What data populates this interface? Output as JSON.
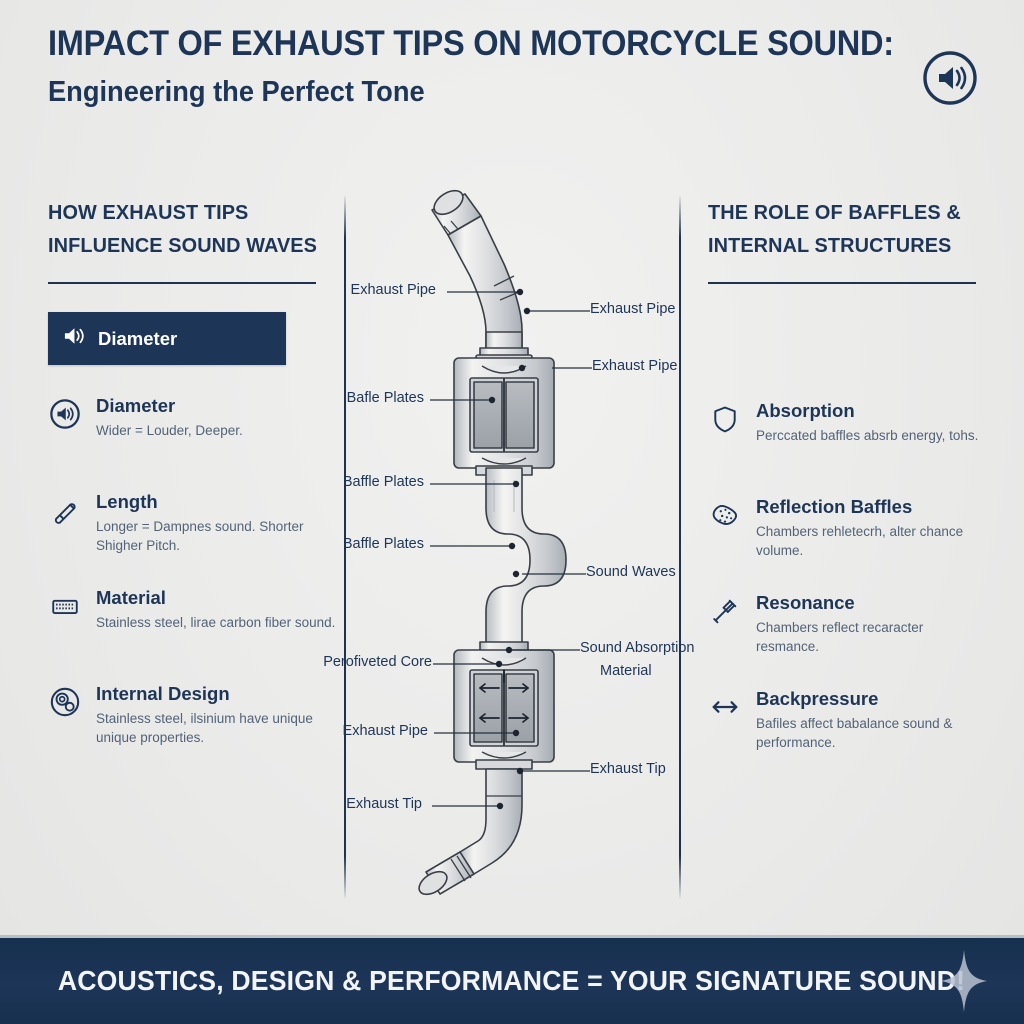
{
  "header": {
    "title": "IMPACT OF EXHAUST TIPS ON MOTORCYCLE SOUND:",
    "subtitle": "Engineering the Perfect Tone",
    "badge_icon": "speaker-volume-icon"
  },
  "colors": {
    "navy": "#1d3557",
    "background": "#ececeb",
    "text_body": "#3e5068",
    "metal_light": "#f0f0ef",
    "metal_mid": "#c9ccd1",
    "metal_dark": "#9aa0a8",
    "outline": "#3a3f47"
  },
  "left_column": {
    "heading_line1": "HOW EXHAUST TIPS",
    "heading_line2": "INFLUENCE SOUND WAVES",
    "highlight": {
      "label": "Diameter",
      "icon": "speaker-volume-icon"
    },
    "items": [
      {
        "title": "Diameter",
        "desc": "Wider = Louder, Deeper.",
        "icon": "speaker-circle-icon"
      },
      {
        "title": "Length",
        "desc": "Longer = Dampnes sound. Shorter Shigher Pitch.",
        "icon": "pipe-tube-icon"
      },
      {
        "title": "Material",
        "desc": "Stainless steel, lirae carbon fiber sound.",
        "icon": "perforated-plate-icon"
      },
      {
        "title": "Internal Design",
        "desc": "Stainless steel, ilsinium have unique unique properties.",
        "icon": "spiral-coil-icon"
      }
    ]
  },
  "right_column": {
    "heading_line1": "THE ROLE OF BAFFLES &",
    "heading_line2": "INTERNAL STRUCTURES",
    "items": [
      {
        "title": "Absorption",
        "desc": "Perccated baffles absrb energy, tohs.",
        "icon": "shield-icon"
      },
      {
        "title": "Reflection Baffles",
        "desc": "Chambers rehletecrh, alter chance volume.",
        "icon": "sponge-porous-icon"
      },
      {
        "title": "Resonance",
        "desc": "Chambers reflect recaracter resmance.",
        "icon": "tuning-fork-icon"
      },
      {
        "title": "Backpressure",
        "desc": "Bafiles affect babalance sound & performance.",
        "icon": "double-arrow-icon"
      }
    ]
  },
  "diagram": {
    "name": "motorcycle-exhaust-cutaway-diagram",
    "labels": [
      {
        "text": "Exhaust Pipe",
        "side": "left"
      },
      {
        "text": "Exhaust Pipe",
        "side": "right"
      },
      {
        "text": "Exhaust Pipe",
        "side": "right"
      },
      {
        "text": "Bafle Plates",
        "side": "left"
      },
      {
        "text": "Baffle Plates",
        "side": "left"
      },
      {
        "text": "Baffle Plates",
        "side": "left"
      },
      {
        "text": "Sound Waves",
        "side": "right"
      },
      {
        "text": "Perofiveted Core",
        "side": "left"
      },
      {
        "text": "Sound Absorption",
        "side": "right"
      },
      {
        "text": "Material",
        "side": "right"
      },
      {
        "text": "Exhaust Pipe",
        "side": "left"
      },
      {
        "text": "Exhaust Tip",
        "side": "right"
      },
      {
        "text": "Exhaust Tip",
        "side": "left"
      }
    ]
  },
  "footer": {
    "text": "ACOUSTICS, DESIGN & PERFORMANCE = YOUR SIGNATURE SOUND!",
    "spark_icon": "four-point-star-icon"
  }
}
